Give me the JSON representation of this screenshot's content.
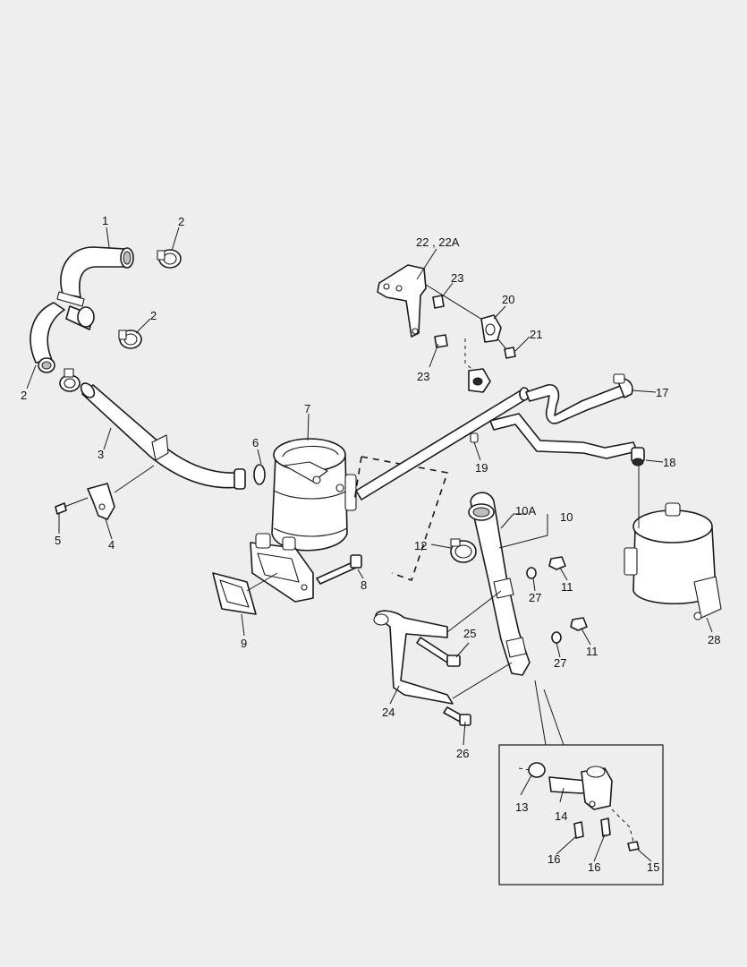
{
  "diagram": {
    "callouts": {
      "c1": "1",
      "c2a": "2",
      "c2b": "2",
      "c2c": "2",
      "c3": "3",
      "c4": "4",
      "c5": "5",
      "c6": "6",
      "c7": "7",
      "c8": "8",
      "c9": "9",
      "c10": "10",
      "c10a": "10A",
      "c11a": "11",
      "c11b": "11",
      "c12": "12",
      "c13": "13",
      "c14": "14",
      "c15": "15",
      "c16a": "16",
      "c16b": "16",
      "c17": "17",
      "c18": "18",
      "c19": "19",
      "c20": "20",
      "c21": "21",
      "c22": "22 , 22A",
      "c23a": "23",
      "c23b": "23",
      "c24": "24",
      "c25": "25",
      "c26": "26",
      "c27a": "27",
      "c27b": "27",
      "c28": "28"
    }
  }
}
